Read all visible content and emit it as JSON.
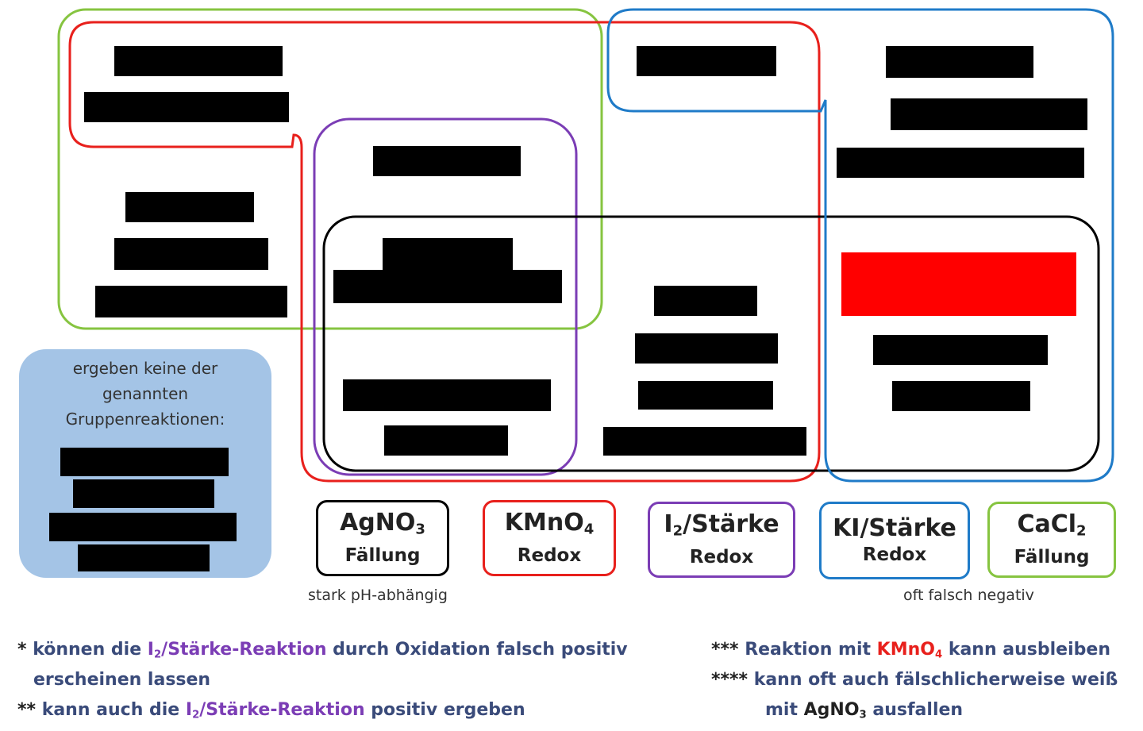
{
  "reagents": [
    {
      "id": "agno3",
      "formula": "AgNO",
      "sub": "3",
      "type": "Fällung",
      "color": "#000000"
    },
    {
      "id": "kmno4",
      "formula": "KMnO",
      "sub": "4",
      "type": "Redox",
      "color": "#e8201c"
    },
    {
      "id": "i2",
      "formula_pre": "I",
      "sub": "2",
      "formula_post": "/Stärke",
      "type": "Redox",
      "color": "#7b3db5"
    },
    {
      "id": "ki",
      "formula": "KI/Stärke",
      "type": "Redox",
      "color": "#1f7bc8"
    },
    {
      "id": "cacl2",
      "formula": "CaCl",
      "sub": "2",
      "type": "Fällung",
      "color": "#86c440"
    }
  ],
  "captions": {
    "agno3": "stark pH-abhängig",
    "ki": "oft falsch negativ"
  },
  "none_box": {
    "heading_lines": [
      "ergeben keine der",
      "genannten",
      "Gruppenreaktionen:"
    ]
  },
  "notes": {
    "n1": {
      "stars": "*",
      "pre": "können die ",
      "i2_pre": "I",
      "i2_sub": "2",
      "i2_post": "/Stärke-Reaktion",
      "post": " durch Oxidation falsch positiv",
      "line2": "erscheinen lassen"
    },
    "n2": {
      "stars": "**",
      "pre": "kann auch die ",
      "i2_pre": "I",
      "i2_sub": "2",
      "i2_post": "/Stärke-Reaktion",
      "post": " positiv ergeben"
    },
    "n3": {
      "stars": "***",
      "pre": "Reaktion mit ",
      "kmno4": "KMnO",
      "kmno4_sub": "4",
      "post": " kann ausbleiben"
    },
    "n4": {
      "stars": "****",
      "line1": "kann oft auch fälschlicherweise weiß",
      "pre2": "mit ",
      "agno3": "AgNO",
      "agno3_sub": "3",
      "post2": " ausfallen"
    }
  },
  "colors": {
    "green": "#86c440",
    "red": "#e8201c",
    "blue": "#1f7bc8",
    "purple": "#7b3db5",
    "black": "#000000",
    "none_box_fill": "#a4c4e6",
    "highlight": "#ff0000"
  }
}
